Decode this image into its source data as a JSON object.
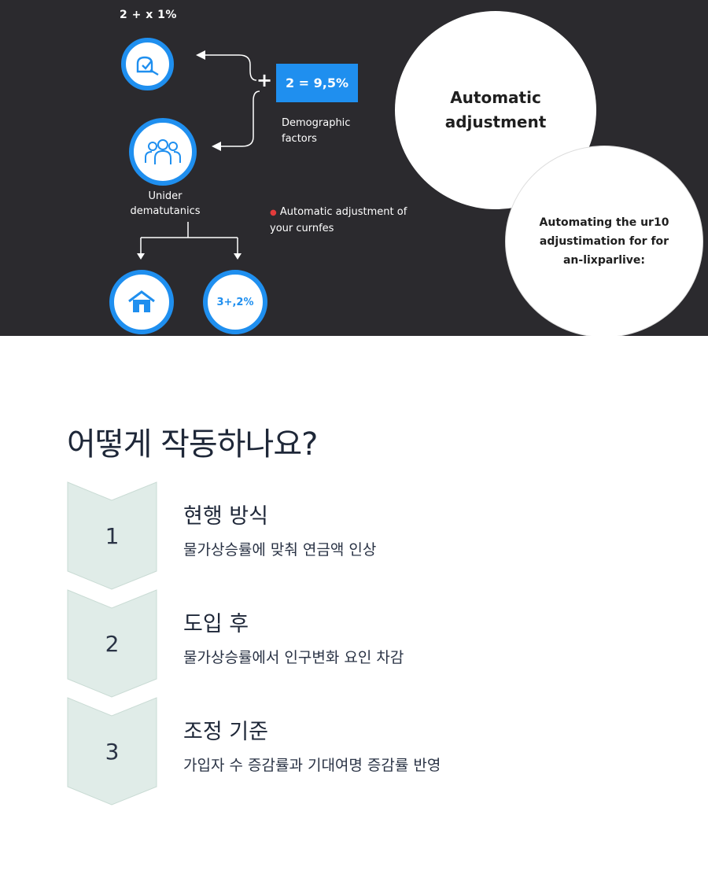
{
  "hero": {
    "formula_top": "2 + x 1%",
    "plus": "+",
    "blue_box": "2 = 9,5%",
    "demographic_label": "Demographic factors",
    "under_label": "Unider dematutanics",
    "percent_badge": "3+,2%",
    "bullet_note": "Automatic adjustment of your curnfes",
    "circle_main": "Automatic adjustment",
    "circle_secondary": "Automating the ur10 adjustimation for for an-lixparlive:",
    "colors": {
      "background": "#2b2a2e",
      "accent_blue": "#1f8fef",
      "bullet_red": "#e23b3b"
    },
    "icons": [
      "person-check-icon",
      "people-group-icon",
      "house-icon"
    ]
  },
  "section": {
    "title": "어떻게 작동하나요?",
    "steps": [
      {
        "number": "1",
        "title": "현행 방식",
        "description": "물가상승률에 맞춰 연금액 인상"
      },
      {
        "number": "2",
        "title": "도입 후",
        "description": "물가상승률에서 인구변화 요인 차감"
      },
      {
        "number": "3",
        "title": "조정 기준",
        "description": "가입자 수 증감률과 기대여명 증감률 반영"
      }
    ],
    "colors": {
      "chevron_fill": "#e0ece8",
      "chevron_stroke": "#c9dbd4",
      "text": "#1e2738"
    }
  }
}
